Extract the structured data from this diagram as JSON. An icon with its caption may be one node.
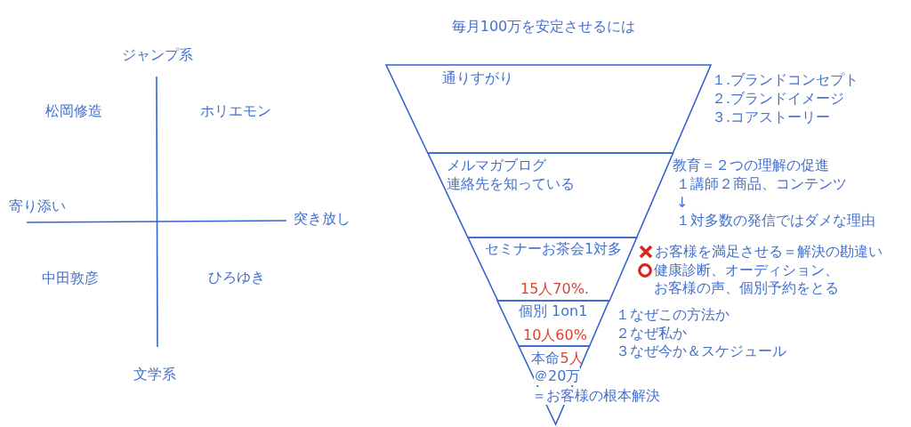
{
  "diagram": {
    "title": "毎月100万を安定させるには",
    "nodes": [
      {
        "text": [
          "通りすがり"
        ],
        "beside": [
          "１.ブランドコンセプト",
          "２.ブランドイメージ",
          "３.コアストーリー"
        ]
      },
      {
        "text": [
          "メルマガブログ",
          "連絡先を知っている"
        ],
        "beside": [
          "教育＝２つの理解の促進",
          "１講師２商品、コンテンツ",
          "↓",
          "１対多数の発信ではダメな理由"
        ]
      },
      {
        "text": [
          "セミナーお茶会1対多",
          "15人70%."
        ],
        "beside": [
          "お客様を満足させる＝解決の勘違い",
          "健康診断、オーディション、お客様の声、個別予約をとる"
        ]
      },
      {
        "text": [
          "個別 1on1",
          "10人60%"
        ],
        "beside": [
          "１なぜこの方法か",
          "２なぜ私か",
          "３なぜ今か＆スケジュール"
        ]
      },
      {
        "text": [
          "本命",
          "5人",
          "＠20万",
          "＝お客様の根本解決"
        ]
      }
    ],
    "labels": [
      "ジャンプ系",
      "松岡修造",
      "ホリエモン",
      "寄り添い",
      "突き放し",
      "中田敦彦",
      "ひろゆき",
      "文学系"
    ]
  }
}
